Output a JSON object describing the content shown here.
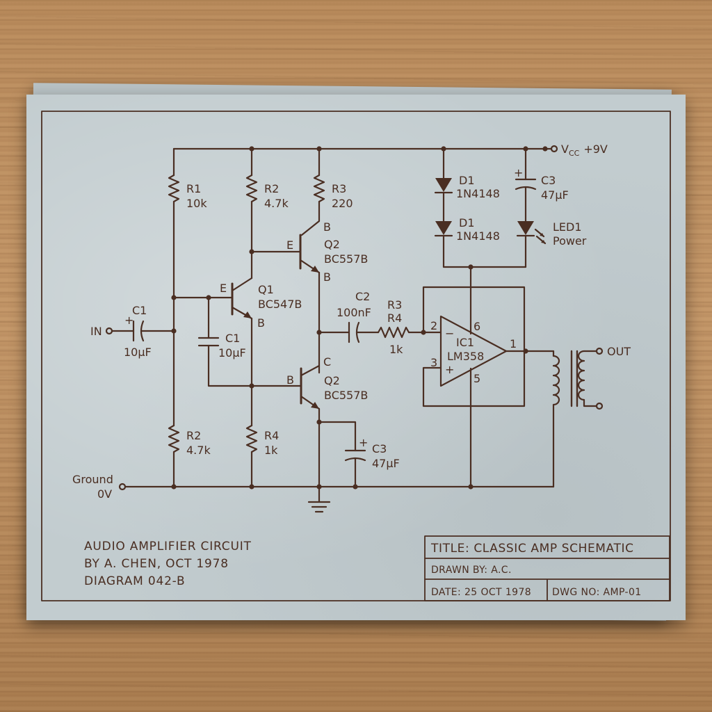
{
  "title_block": {
    "title": "TITLE: CLASSIC AMP SCHEMATIC",
    "drawn_by": "DRAWN BY: A.C.",
    "date": "DATE: 25 OCT 1978",
    "dwg_no": "DWG NO: AMP-01"
  },
  "notes": {
    "line1": "AUDIO AMPLIFIER CIRCUIT",
    "line2": "BY A. CHEN, OCT 1978",
    "line3": "DIAGRAM 042-B"
  },
  "terminals": {
    "vcc_v": "V",
    "vcc_sub": "CC",
    "vcc_value": "+9V",
    "input": "IN",
    "output": "OUT",
    "ground": "Ground",
    "ground_value": "0V"
  },
  "components": {
    "r1": {
      "ref": "R1",
      "value": "10k"
    },
    "r2_top": {
      "ref": "R2",
      "value": "4.7k"
    },
    "r3_top": {
      "ref": "R3",
      "value": "220"
    },
    "r2_bottom": {
      "ref": "R2",
      "value": "4.7k"
    },
    "r4": {
      "ref": "R4",
      "value": "1k"
    },
    "r3r4_series": {
      "ref1": "R3",
      "ref2": "R4",
      "value": "1k"
    },
    "c1_input": {
      "ref": "C1",
      "value": "10µF",
      "polarity": "+"
    },
    "c1_bias": {
      "ref": "C1",
      "value": "10µF"
    },
    "c2": {
      "ref": "C2",
      "value": "100nF"
    },
    "c3_bottom": {
      "ref": "C3",
      "value": "47µF",
      "polarity": "+"
    },
    "c3_top": {
      "ref": "C3",
      "value": "47µF",
      "polarity": "+"
    },
    "q1": {
      "ref": "Q1",
      "part": "BC547B",
      "pin_e": "E",
      "pin_b": "B"
    },
    "q2_upper": {
      "ref": "Q2",
      "part": "BC557B",
      "pin_e": "E",
      "pin_b_top": "B",
      "pin_b_bottom": "B"
    },
    "q2_lower": {
      "ref": "Q2",
      "part": "BC557B",
      "pin_b": "B",
      "pin_c": "C"
    },
    "d1_upper": {
      "ref": "D1",
      "part": "1N4148"
    },
    "d1_lower": {
      "ref": "D1",
      "part": "1N4148"
    },
    "led1": {
      "ref": "LED1",
      "label": "Power"
    },
    "ic1": {
      "ref": "IC1",
      "part": "LM358",
      "pin_minus": "2",
      "pin_plus": "3",
      "pin_out": "1",
      "pin_vcc": "6",
      "pin_gnd": "5",
      "sign_minus": "−",
      "sign_plus": "+"
    }
  }
}
